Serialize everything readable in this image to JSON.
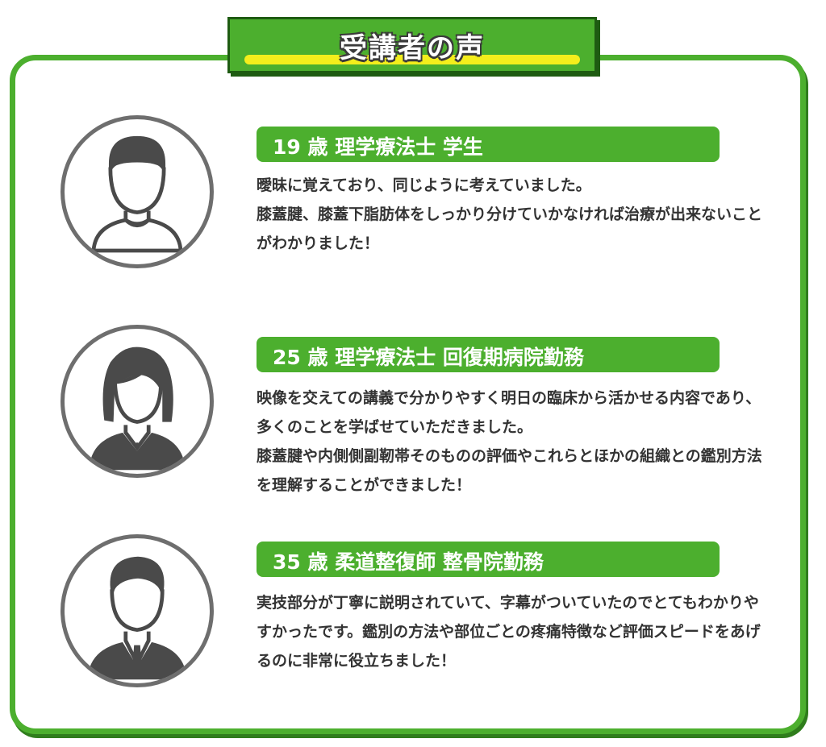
{
  "title": "受講者の声",
  "testimonials": [
    {
      "header": "19 歳  理学療法士  学生",
      "lines": [
        "曖昧に覚えており、同じように考えていました。",
        "膝蓋腱、膝蓋下脂肪体をしっかり分けていかなければ治療が出来ないことがわかりました！"
      ],
      "avatar": "man-casual-avatar-icon"
    },
    {
      "header": "25 歳  理学療法士  回復期病院勤務",
      "lines": [
        "映像を交えての講義で分かりやすく明日の臨床から活かせる内容であり、多くのことを学ばせていただきました。",
        "膝蓋腱や内側側副靭帯そのものの評価やこれらとほかの組織との鑑別方法を理解することができました！"
      ],
      "avatar": "woman-business-avatar-icon"
    },
    {
      "header": "35 歳  柔道整復師  整骨院勤務",
      "lines": [
        "実技部分が丁寧に説明されていて、字幕がついていたのでとてもわかりやすかったです。鑑別の方法や部位ごとの疼痛特徴など評価スピードをあげるのに非常に役立ちました！"
      ],
      "avatar": "man-suit-avatar-icon"
    }
  ],
  "colors": {
    "accent_green": "#4caf2e",
    "dark_green": "#1e5b12",
    "highlight_yellow": "#f4ee1c",
    "icon_gray": "#4a4a4a",
    "text": "#333333"
  }
}
